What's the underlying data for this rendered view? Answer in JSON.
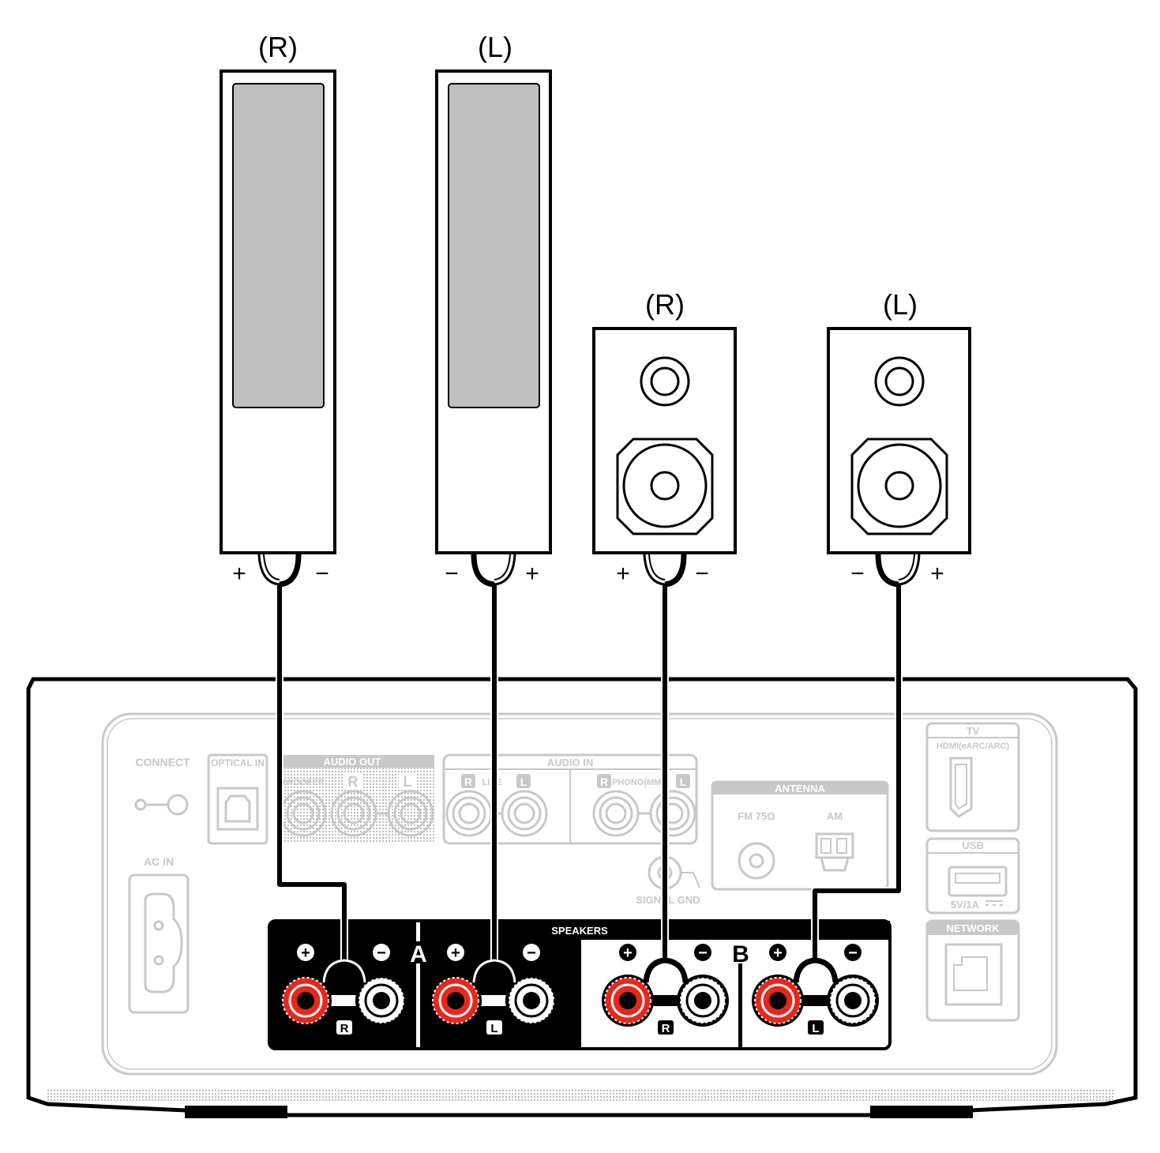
{
  "speakers": {
    "tower_r_label": "(R)",
    "tower_l_label": "(L)",
    "book_r_label": "(R)",
    "book_l_label": "(L)",
    "plus": "+",
    "minus": "−"
  },
  "panel": {
    "connect": "CONNECT",
    "optical_in": "OPTICAL IN",
    "audio_out": "AUDIO OUT",
    "subwoofer": "BWOOFER",
    "audio_out_r": "R",
    "audio_out_l": "L",
    "audio_in": "AUDIO IN",
    "line": "LINE",
    "phono": "PHONO(MM)",
    "r_badge": "R",
    "l_badge": "L",
    "ac_in": "AC IN",
    "antenna": "ANTENNA",
    "fm": "FM 75Ω",
    "am": "AM",
    "signal_gnd": "SIGNAL GND",
    "tv": "TV",
    "hdmi": "HDMI(eARC/ARC)",
    "usb": "USB",
    "usb_power": "5V/1A",
    "network": "NETWORK",
    "speakers": "SPEAKERS",
    "section_a": "A",
    "section_b": "B",
    "term_plus": "+",
    "term_minus": "−",
    "ch_r": "R",
    "ch_l": "L"
  },
  "colors": {
    "red_terminal": "#e8271c",
    "panel_gray": "#c8c8c8",
    "cone_gray": "#c0c0c0",
    "black": "#000000"
  }
}
